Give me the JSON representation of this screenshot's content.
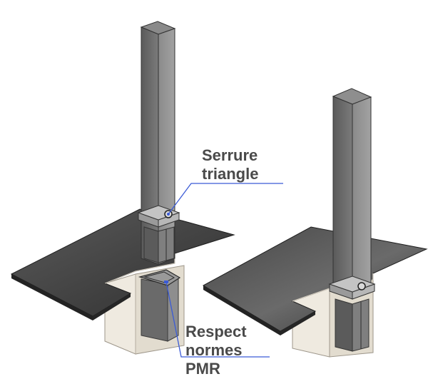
{
  "labels": {
    "lock_line1": "Serrure",
    "lock_line2": "triangle",
    "pmr_line1": "Respect",
    "pmr_line2": "normes",
    "pmr_line3": "PMR"
  },
  "colors": {
    "plate": "#3e3e3e",
    "plate_edge": "#1e1e1e",
    "post": "#6f6f6f",
    "post_dark": "#4d4d4d",
    "concrete": "#ebe6dc",
    "leader": "#3b5bd6",
    "text": "#4a4a4a"
  }
}
